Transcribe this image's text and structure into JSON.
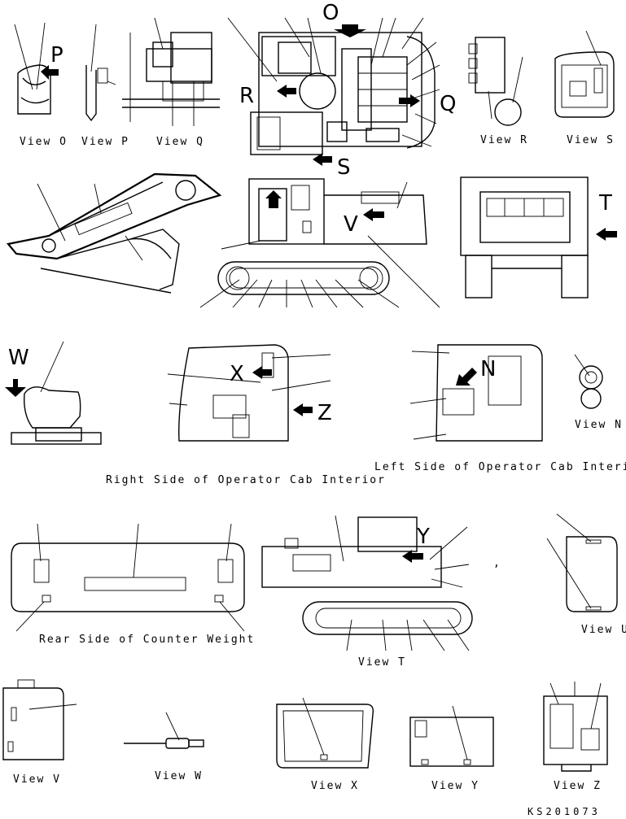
{
  "views": {
    "o": "View O",
    "p": "View P",
    "q": "View Q",
    "r": "View R",
    "s": "View S",
    "n": "View N",
    "u": "View U",
    "t": "View T",
    "v": "View V",
    "w": "View W",
    "x": "View X",
    "y": "View Y",
    "z": "View Z"
  },
  "letters": {
    "o": "O",
    "p": "P",
    "q": "Q",
    "r": "R",
    "s": "S",
    "t": "T",
    "v": "V",
    "w": "W",
    "x": "X",
    "y": "Y",
    "z": "Z",
    "n": "N"
  },
  "captions": {
    "right_cab": "Right Side of Operator Cab Interior",
    "left_cab": "Left Side of Operator Cab Interior",
    "counterweight": "Rear Side of Counter Weight"
  },
  "drawing_code": "KS201073",
  "comma_mark": ","
}
